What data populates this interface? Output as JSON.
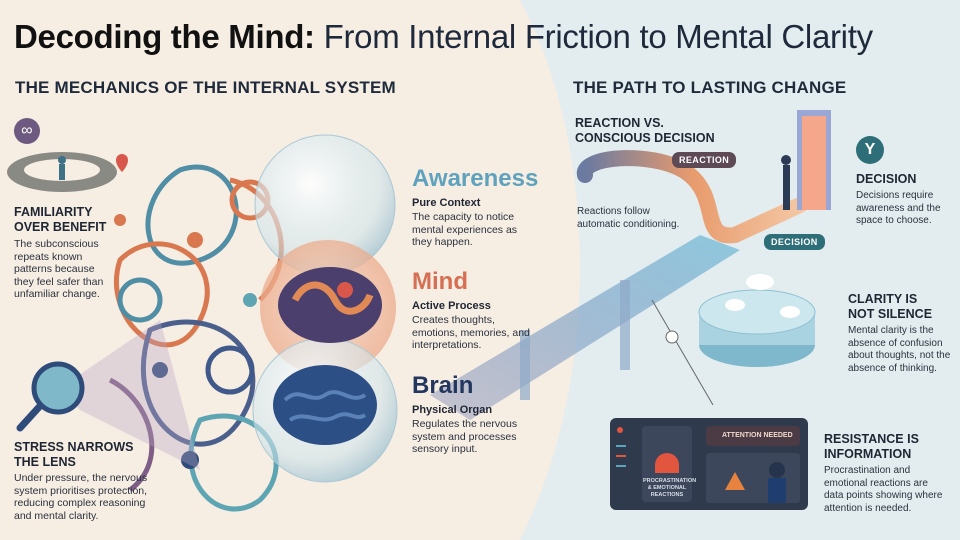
{
  "title": {
    "bold": "Decoding the Mind:",
    "rest": " From Internal Friction to Mental Clarity"
  },
  "left": {
    "heading": "THE MECHANICS OF THE INTERNAL SYSTEM",
    "familiarity": {
      "title1": "FAMILIARITY",
      "title2": "OVER BENEFIT",
      "body": "The subconscious repeats known patterns because they feel safer than unfamiliar change."
    },
    "stress": {
      "title1": "STRESS NARROWS",
      "title2": "THE LENS",
      "body": "Under pressure, the nervous system prioritises protection, reducing complex reasoning and mental clarity."
    },
    "awareness": {
      "title": "Awareness",
      "sub": "Pure Context",
      "body": "The capacity to notice mental experiences as they happen.",
      "color": "#5fa2bd"
    },
    "mind": {
      "title": "Mind",
      "sub": "Active Process",
      "body": "Creates thoughts, emotions, memories, and interpretations.",
      "color": "#d66f53"
    },
    "brain": {
      "title": "Brain",
      "sub": "Physical Organ",
      "body": "Regulates the nervous system and processes sensory input.",
      "color": "#23375e"
    }
  },
  "right": {
    "heading": "THE PATH TO LASTING CHANGE",
    "reaction": {
      "title1": "REACTION VS.",
      "title2": "CONSCIOUS DECISION",
      "tag": "REACTION",
      "body": "Reactions follow automatic conditioning."
    },
    "decision": {
      "title": "DECISION",
      "body": "Decisions require awareness and the space to choose.",
      "tag": "DECISION"
    },
    "clarity": {
      "title1": "CLARITY IS",
      "title2": "NOT SILENCE",
      "body": "Mental clarity is the absence of confusion about thoughts, not the absence of thinking."
    },
    "resistance": {
      "title1": "RESISTANCE IS",
      "title2": "INFORMATION",
      "body": "Procrastination and emotional reactions are data points showing where attention is needed.",
      "panel_alert": "ATTENTION NEEDED",
      "panel_label": "PROCRASTINATION & EMOTIONAL REACTIONS"
    }
  }
}
